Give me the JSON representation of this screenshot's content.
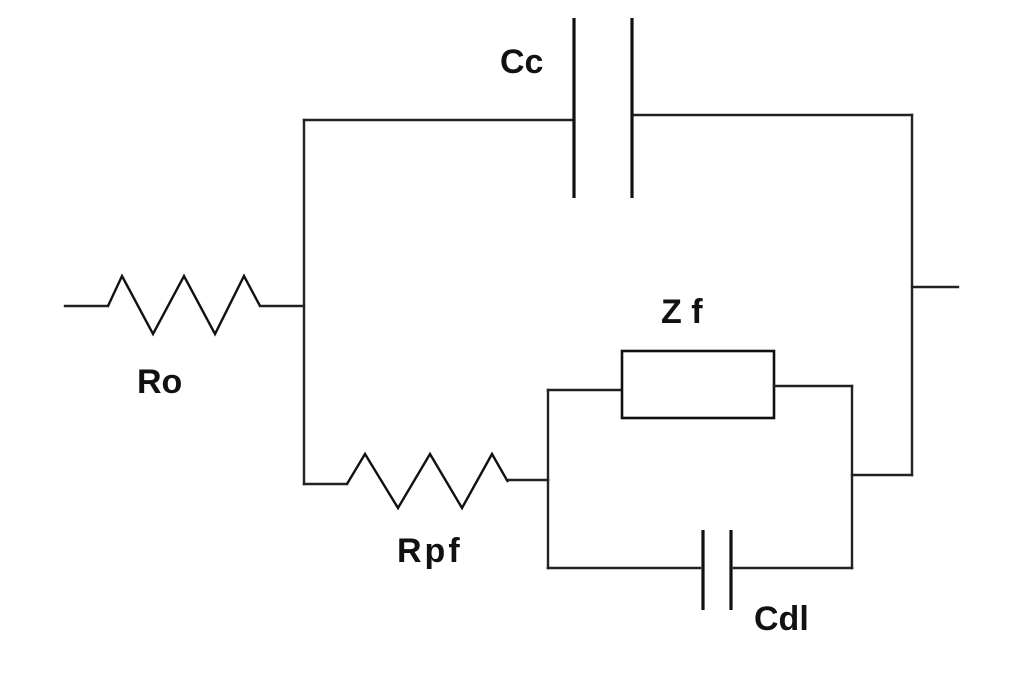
{
  "labels": {
    "cc": "Cc",
    "ro": "Ro",
    "zf": "Z f",
    "rpf": "Rpf",
    "cdl": "Cdl"
  },
  "colors": {
    "ink": "#111111",
    "background": "#ffffff"
  }
}
